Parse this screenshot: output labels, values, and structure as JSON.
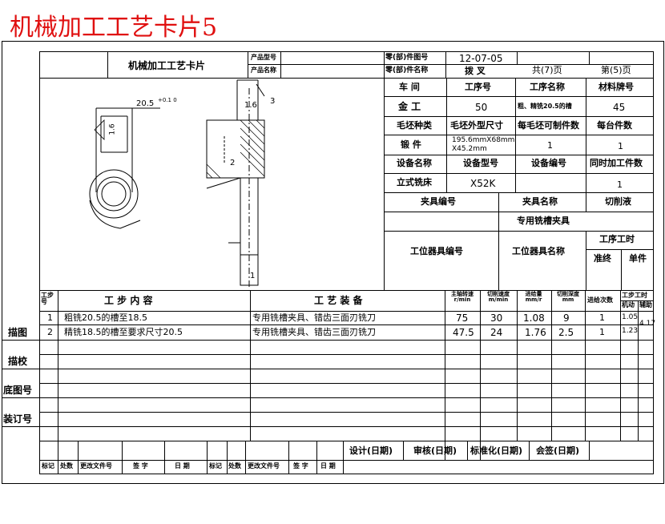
{
  "page_title": "机械加工工艺卡片5",
  "header": {
    "card_title": "机械加工工艺卡片",
    "product_model_label": "产品型号",
    "product_name_label": "产品名称",
    "part_drawing_no_label": "零(部)件图号",
    "part_drawing_no": "12-07-05",
    "part_name_label": "零(部)件名称",
    "part_name": "拨 叉",
    "total_pages": "共(7)页",
    "page_no": "第(5)页"
  },
  "info": {
    "workshop_label": "车 间",
    "op_no_label": "工序号",
    "op_name_label": "工序名称",
    "material_label": "材料牌号",
    "workshop": "金 工",
    "op_no": "50",
    "op_name": "粗、精铣20.5的槽",
    "material": "45",
    "blank_type_label": "毛坯种类",
    "blank_size_label": "毛坯外型尺寸",
    "per_blank_label": "每毛坯可制件数",
    "per_machine_label": "每台件数",
    "blank_type": "锻 件",
    "blank_size_1": "195.6mmX68mm",
    "blank_size_2": "X45.2mm",
    "per_blank": "1",
    "per_machine": "1",
    "equip_name_label": "设备名称",
    "equip_model_label": "设备型号",
    "equip_no_label": "设备编号",
    "simul_label": "同时加工件数",
    "equip_name": "立式铣床",
    "equip_model": "X52K",
    "simul": "1",
    "fixture_no_label": "夹具编号",
    "fixture_name_label": "夹具名称",
    "coolant_label": "切削液",
    "fixture_name": "专用铣槽夹具",
    "station_no_label": "工位器具编号",
    "station_name_label": "工位器具名称",
    "op_time_label": "工序工时",
    "prep_label": "准终",
    "unit_label": "单件"
  },
  "drawing": {
    "dim_20_5": "20.5",
    "dim_tol": "+0.1 0",
    "dim_1_6": "1.6",
    "dim_3": "3",
    "dim_2": "2",
    "dim_1": "1",
    "dim_ra": "1.6"
  },
  "steps": {
    "col_step_no": "工步号",
    "col_content": "工 步 内 容",
    "col_equipment": "工 艺 装 备",
    "col_speed": "主轴转速 r/min",
    "col_cut_speed": "切削速度 m/min",
    "col_feed": "进给量 mm/r",
    "col_depth": "切削深度 mm",
    "col_passes": "进给次数",
    "col_time": "工步工时",
    "col_machine": "机动",
    "col_aux": "辅助",
    "rows": [
      {
        "no": "1",
        "content": "粗铣20.5的槽至18.5",
        "equip": "专用铣槽夹具、错齿三面刃铣刀",
        "speed": "75",
        "cut": "30",
        "feed": "1.08",
        "depth": "9",
        "passes": "1",
        "machine": "1.05"
      },
      {
        "no": "2",
        "content": "精铣18.5的槽至要求尺寸20.5",
        "equip": "专用铣槽夹具、错齿三面刃铣刀",
        "speed": "47.5",
        "cut": "24",
        "feed": "1.76",
        "depth": "2.5",
        "passes": "1",
        "machine": "1.23"
      }
    ],
    "aux_time": "4.17"
  },
  "side_labels": [
    "描图",
    "描校",
    "底图号",
    "装订号"
  ],
  "footer": {
    "design": "设计(日期)",
    "review": "审核(日期)",
    "standard": "标准化(日期)",
    "sign": "会签(日期)",
    "marks": [
      "标记",
      "处数",
      "更改文件号",
      "签 字",
      "日 期",
      "标记",
      "处数",
      "更改文件号",
      "签 字",
      "日 期"
    ]
  }
}
